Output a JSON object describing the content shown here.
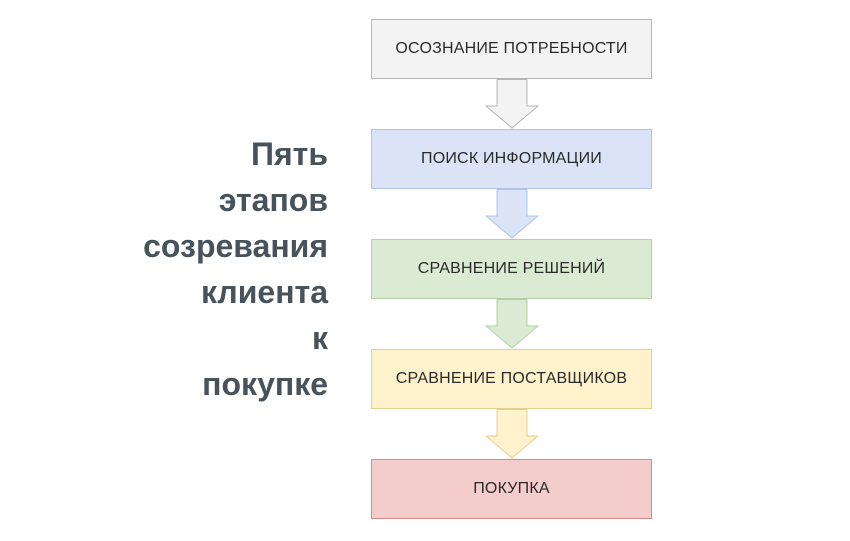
{
  "page": {
    "background": "#ffffff"
  },
  "title": {
    "text": "Пять\nэтапов\nсозревания\nклиента\nк\nпокупке",
    "color": "#47525b"
  },
  "chart_data": {
    "type": "flowchart",
    "direction": "top-to-bottom",
    "stages": [
      "ОСОЗНАНИЕ ПОТРЕБНОСТИ",
      "ПОИСК ИНФОРМАЦИИ",
      "СРАВНЕНИЕ РЕШЕНИЙ",
      "СРАВНЕНИЕ ПОСТАВЩИКОВ",
      "ПОКУПКА"
    ],
    "title": "Пять этапов созревания клиента к покупке"
  },
  "stages": [
    {
      "label": "ОСОЗНАНИЕ ПОТРЕБНОСТИ",
      "fill": "#f3f3f3",
      "border": "#b5b5b5"
    },
    {
      "label": "ПОИСК ИНФОРМАЦИИ",
      "fill": "#dae4f6",
      "border": "#b0c4e6"
    },
    {
      "label": "СРАВНЕНИЕ РЕШЕНИЙ",
      "fill": "#dbead3",
      "border": "#b4cfa5"
    },
    {
      "label": "СРАВНЕНИЕ ПОСТАВЩИКОВ",
      "fill": "#fdf2cc",
      "border": "#e5d092"
    },
    {
      "label": "ПОКУПКА",
      "fill": "#f5cccc",
      "border": "#d68b8b"
    }
  ]
}
